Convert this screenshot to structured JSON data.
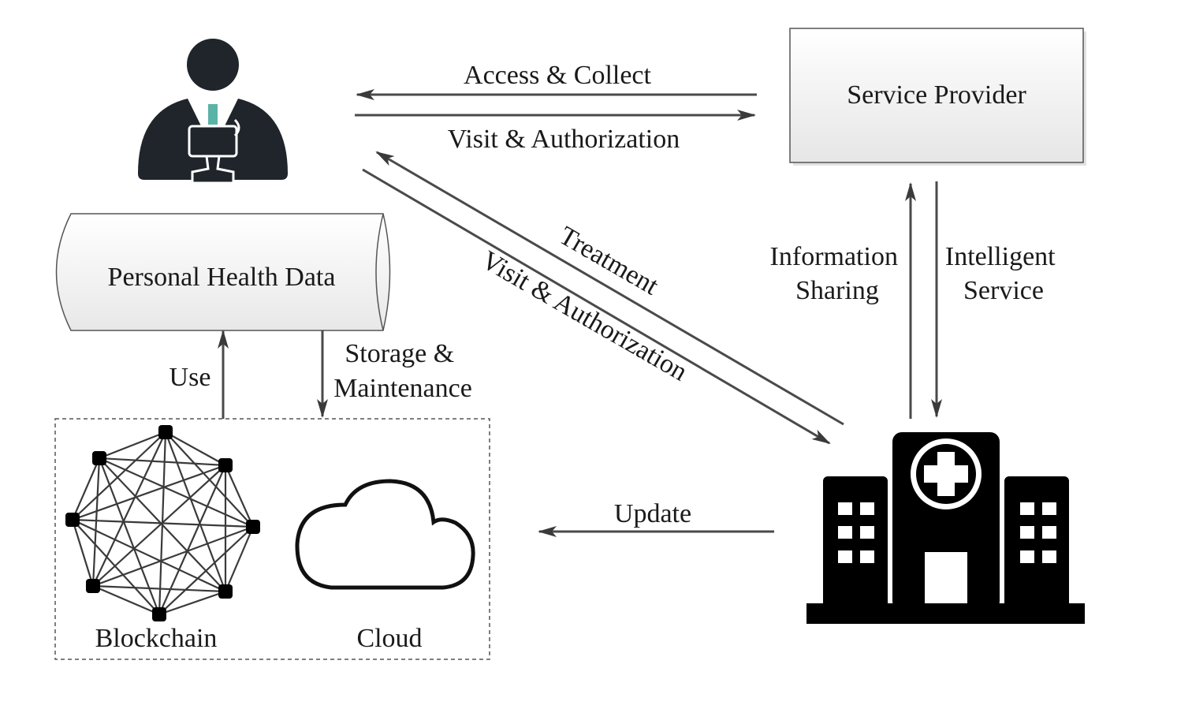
{
  "nodes": {
    "service_provider": "Service Provider",
    "personal_health_data": "Personal Health Data",
    "blockchain": "Blockchain",
    "cloud": "Cloud"
  },
  "edges": {
    "access_collect": "Access & Collect",
    "visit_authorization_top": "Visit & Authorization",
    "treatment": "Treatment",
    "visit_authorization_diag": "Visit & Authorization",
    "information_sharing": [
      "Information",
      "Sharing"
    ],
    "intelligent_service": [
      "Intelligent",
      "Service"
    ],
    "use": "Use",
    "storage_maintenance": [
      "Storage &",
      "Maintenance"
    ],
    "update": "Update"
  },
  "icons": [
    "user-icon",
    "hospital-icon",
    "blockchain-icon",
    "cloud-icon"
  ]
}
